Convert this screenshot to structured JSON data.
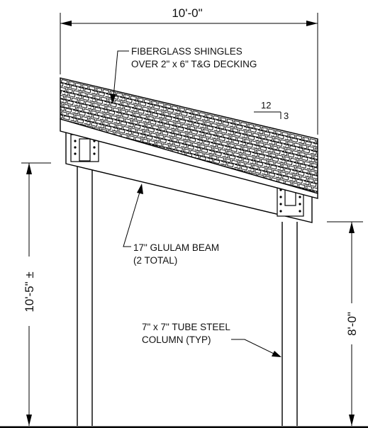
{
  "dimensions": {
    "total_width": "10'-0\"",
    "left_height": "10'-5\" ±",
    "right_height": "8'-0\""
  },
  "notes": {
    "roofing_line1": "FIBERGLASS SHINGLES",
    "roofing_line2": "OVER 2\" x 6\" T&G DECKING",
    "beam_line1": "17\" GLULAM BEAM",
    "beam_line2": "(2 TOTAL)",
    "column_line1": "7\" x 7\" TUBE STEEL",
    "column_line2": "COLUMN (TYP)"
  },
  "slope": {
    "run": "12",
    "rise": "3"
  }
}
